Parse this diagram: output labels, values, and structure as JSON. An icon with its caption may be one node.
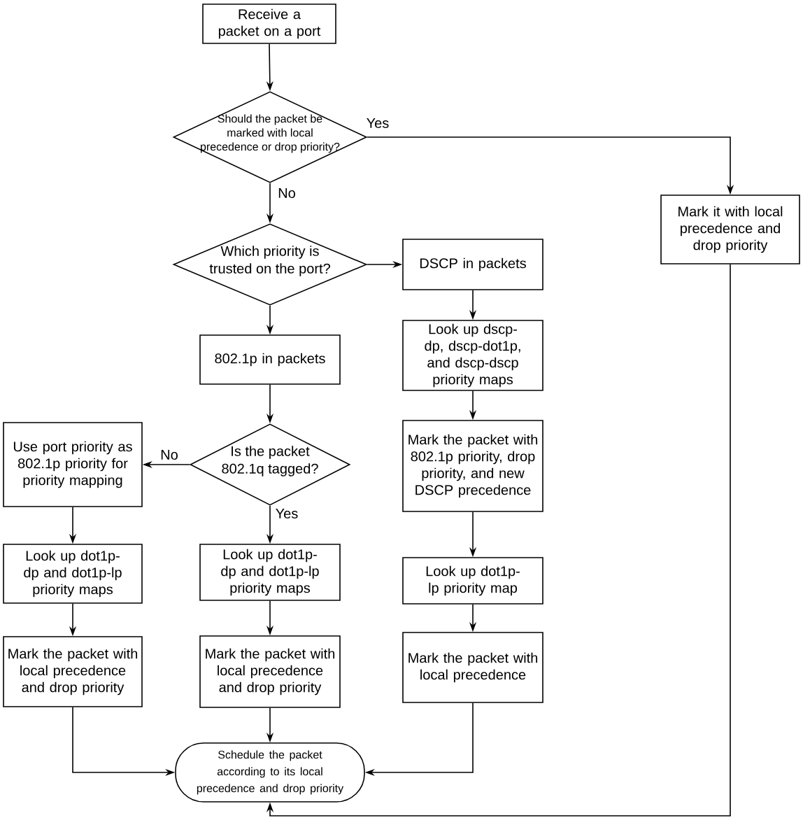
{
  "diagram": {
    "nodes": [
      {
        "text": [
          "Receive a packet on a port"
        ]
      },
      {
        "text": [
          "Should the packet be marked with local precedence or drop priority?"
        ]
      },
      {
        "text": [
          "Mark it with local precedence and drop priority"
        ]
      },
      {
        "text": [
          "Which priority is trusted on the port?"
        ]
      },
      {
        "text": [
          "DSCP in packets"
        ]
      },
      {
        "text": [
          "802.1p in packets"
        ]
      },
      {
        "text": [
          "Look up dscp-dp, dscp-dot1p, and dscp-dscp priority maps"
        ]
      },
      {
        "text": [
          "Is the packet 802.1q tagged?"
        ]
      },
      {
        "text": [
          "Use port priority as 802.1p priority for priority mapping"
        ]
      },
      {
        "text": [
          "Mark the packet with 802.1p priority, drop priority, and new DSCP precedence"
        ]
      },
      {
        "text": [
          "Look up dot1p-dp and dot1p-lp priority maps"
        ]
      },
      {
        "text": [
          "Look up dot1p-dp and dot1p-lp priority maps"
        ]
      },
      {
        "text": [
          "Look up dot1p-lp priority map"
        ]
      },
      {
        "text": [
          "Mark the packet with local precedence and drop priority"
        ]
      },
      {
        "text": [
          "Mark the packet with local precedence and drop priority"
        ]
      },
      {
        "text": [
          "Mark the packet with local precedence"
        ]
      },
      {
        "text": [
          "Schedule the packet according to its local  precedence and drop priority"
        ]
      }
    ],
    "edges": [
      {
        "from": 0,
        "to": 1,
        "arrow": "to"
      },
      {
        "from": 1,
        "to": 2,
        "arrow": "to",
        "label": "Yes"
      },
      {
        "from": 1,
        "to": 3,
        "arrow": "to",
        "label": "No"
      },
      {
        "from": 3,
        "to": 4,
        "arrow": "to"
      },
      {
        "from": 3,
        "to": 5,
        "arrow": "to"
      },
      {
        "from": 4,
        "to": 6,
        "arrow": "to"
      },
      {
        "from": 5,
        "to": 7,
        "arrow": "to"
      },
      {
        "from": 6,
        "to": 9,
        "arrow": "to"
      },
      {
        "from": 7,
        "to": 8,
        "arrow": "to",
        "label": "No"
      },
      {
        "from": 7,
        "to": 11,
        "arrow": "to",
        "label": "Yes"
      },
      {
        "from": 9,
        "to": 12,
        "arrow": "to"
      },
      {
        "from": 8,
        "to": 10,
        "arrow": "to"
      },
      {
        "from": 10,
        "to": 13,
        "arrow": "to"
      },
      {
        "from": 11,
        "to": 14,
        "arrow": "to"
      },
      {
        "from": 12,
        "to": 15,
        "arrow": "to"
      },
      {
        "from": 14,
        "to": 16,
        "arrow": "to"
      },
      {
        "from": 13,
        "to": 16,
        "arrow": "to"
      },
      {
        "from": 15,
        "to": 16,
        "arrow": "to"
      },
      {
        "from": 2,
        "to": 16,
        "arrow": "to"
      }
    ]
  }
}
